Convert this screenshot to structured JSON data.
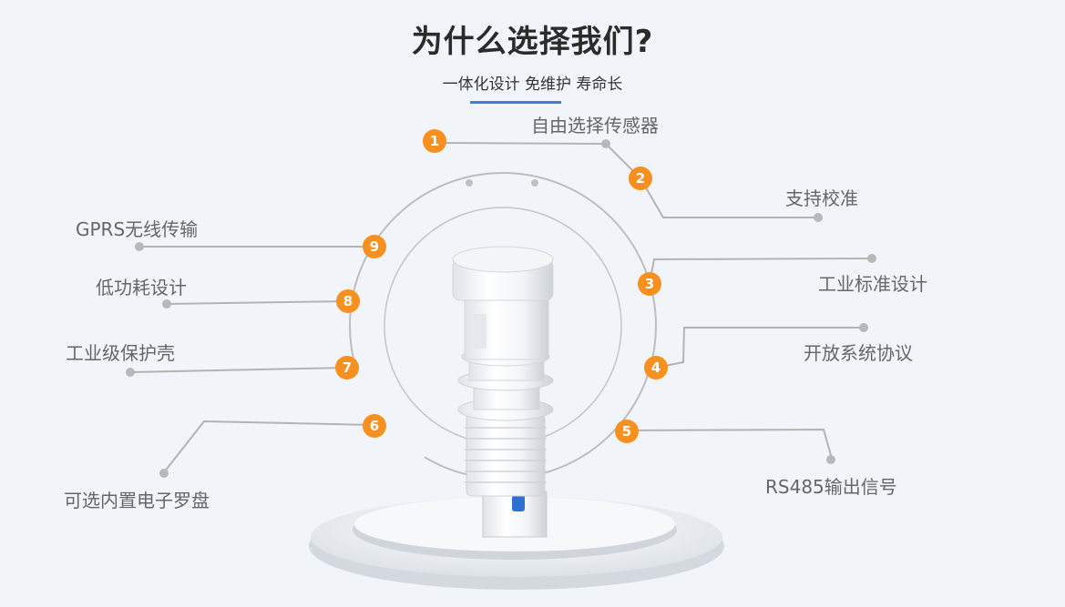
{
  "header": {
    "title": "为什么选择我们?",
    "subtitle": "一体化设计 免维护 寿命长"
  },
  "features": [
    {
      "num": "1",
      "label": "自由选择传感器"
    },
    {
      "num": "2",
      "label": "支持校准"
    },
    {
      "num": "3",
      "label": "工业标准设计"
    },
    {
      "num": "4",
      "label": "开放系统协议"
    },
    {
      "num": "5",
      "label": "RS485输出信号"
    },
    {
      "num": "6",
      "label": "可选内置电子罗盘"
    },
    {
      "num": "7",
      "label": "工业级保护壳"
    },
    {
      "num": "8",
      "label": "低功耗设计"
    },
    {
      "num": "9",
      "label": "GPRS无线传输"
    }
  ],
  "colors": {
    "badge": "#f7901e",
    "accent": "#3b7fe0",
    "label_text": "#666666",
    "line": "#b0b0b0"
  }
}
